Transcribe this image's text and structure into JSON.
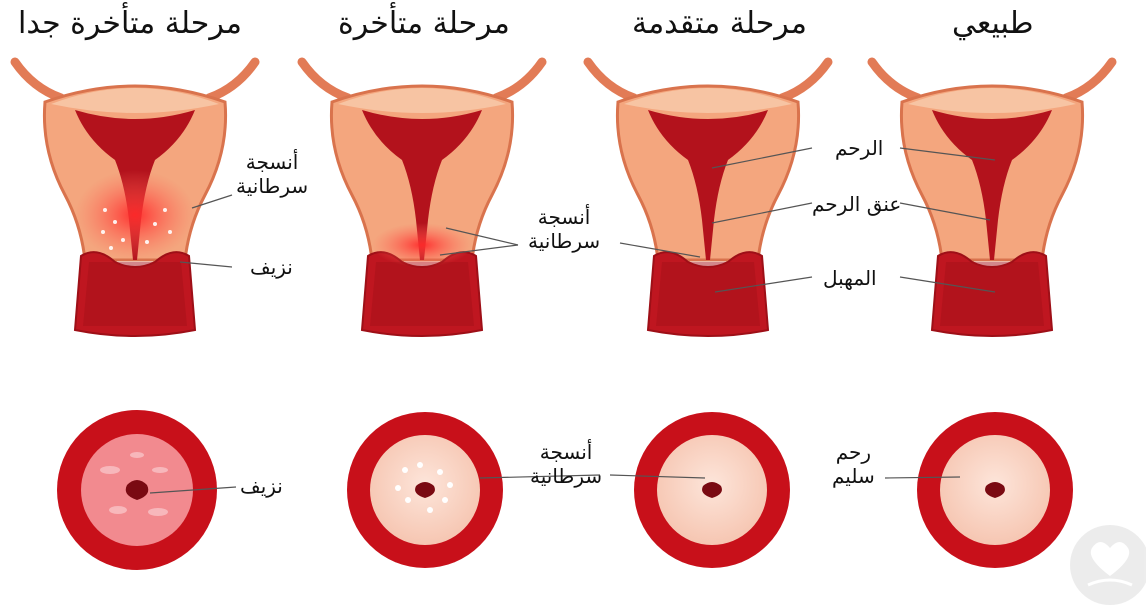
{
  "stages": {
    "normal": "طبيعي",
    "advanced": "مرحلة متقدمة",
    "late": "مرحلة متأخرة",
    "very_late": "مرحلة متأخرة جدا"
  },
  "labels": {
    "uterus": "الرحم",
    "cervix": "عنق الرحم",
    "vagina": "المهبل",
    "cancer_tissue_l1": "أنسجة",
    "cancer_tissue_l2": "سرطانية",
    "bleeding": "نزيف",
    "healthy_l1": "رحم",
    "healthy_l2": "سليم"
  },
  "colors": {
    "muscle": "#f3a57c",
    "cavity": "#b5121b",
    "cancer": "#ff4a4a",
    "outline": "#c0392b"
  }
}
